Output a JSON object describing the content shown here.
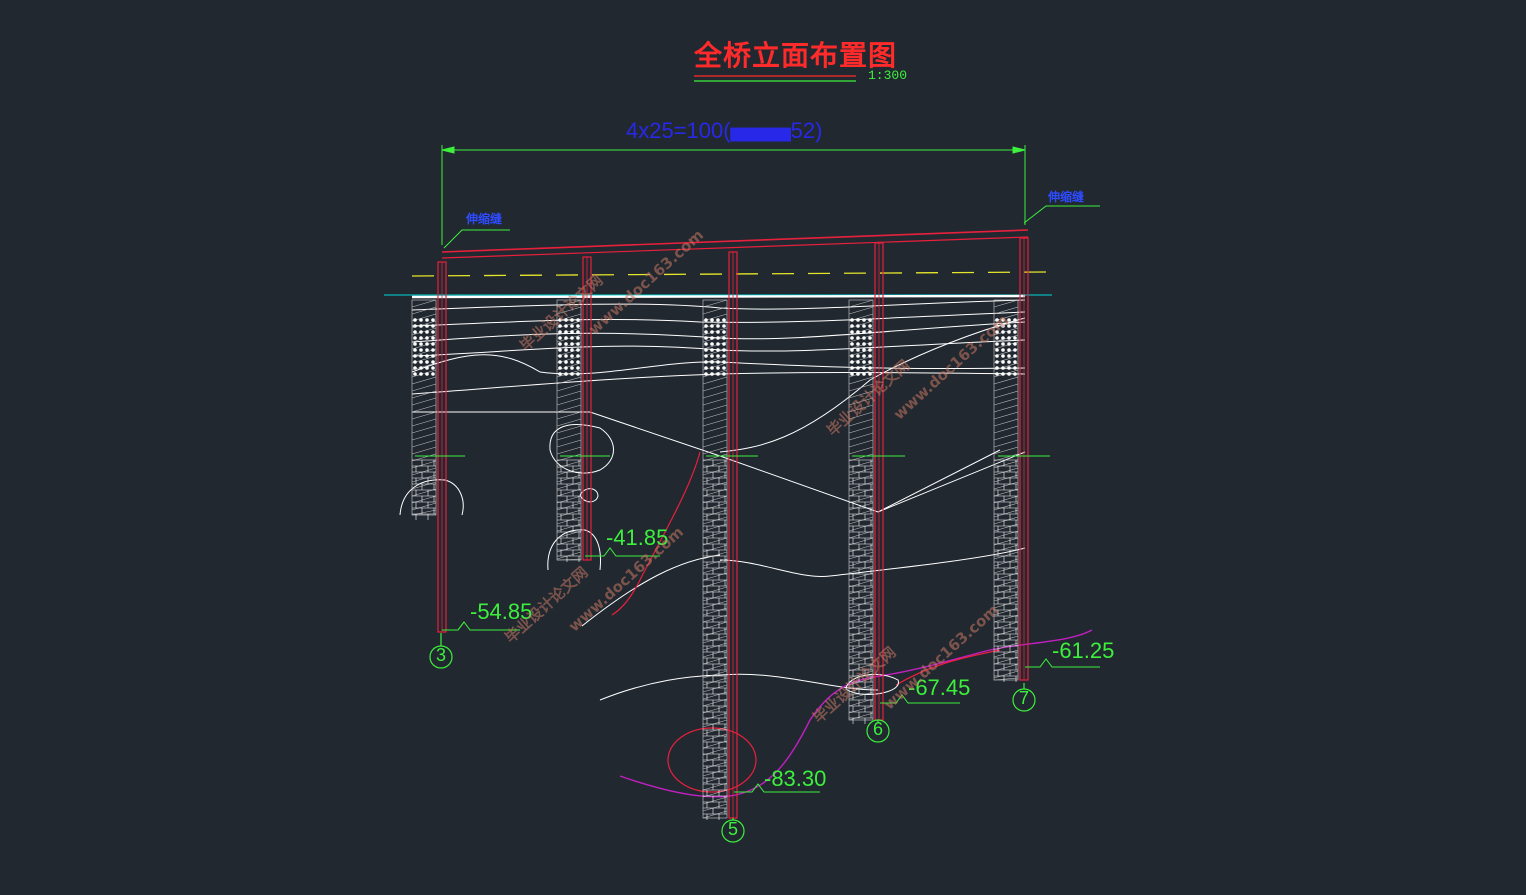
{
  "drawing": {
    "title": "全桥立面布置图",
    "scale": "1:300",
    "span_label": "4x25=100(",
    "span_label_tail": "52)",
    "joint_left": "伸缩缝",
    "joint_right": "伸缩缝"
  },
  "elevations": [
    "-54.85",
    "-41.85",
    "-83.30",
    "-67.45",
    "-61.25"
  ],
  "pier_numbers": [
    "3",
    "5",
    "6",
    "7"
  ],
  "watermark": [
    "毕业设计论文网",
    "www.doc163.com"
  ],
  "colors": {
    "background": "#212830",
    "title": "#ff2a2a",
    "dimension": "#3cf03c",
    "structure": "#e8203c",
    "soil_lines": "#ffffff",
    "water_level": "#00d8d8",
    "ground_line": "#e6e62a",
    "bedrock": "#c020c0",
    "span_text": "#2828e8"
  }
}
